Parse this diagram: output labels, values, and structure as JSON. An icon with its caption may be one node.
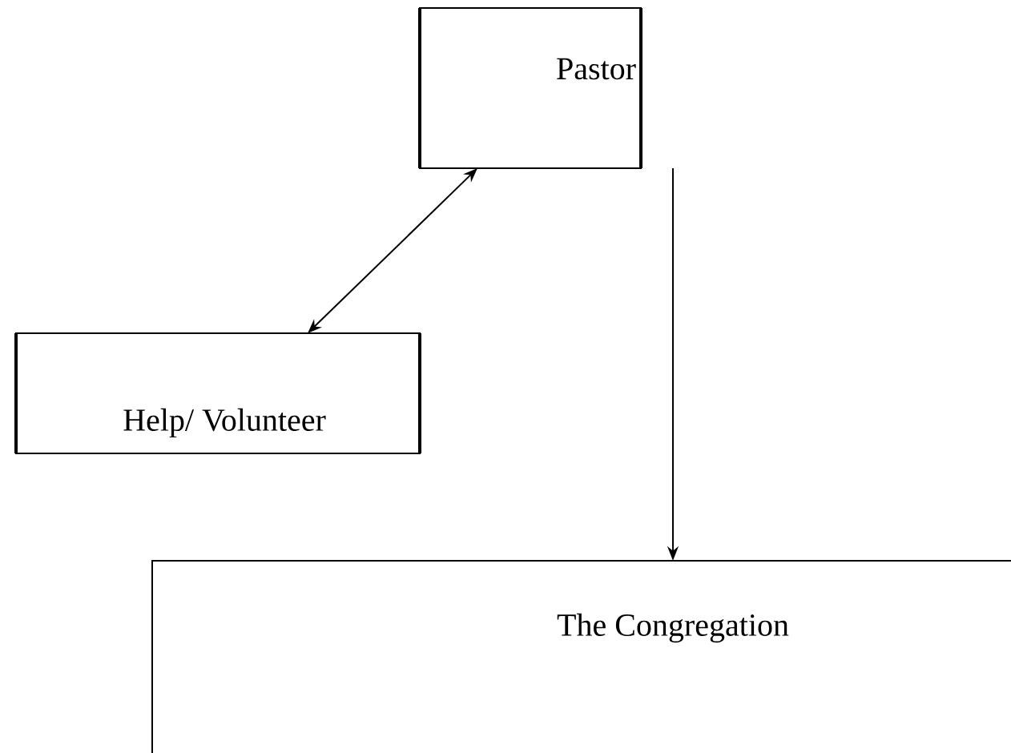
{
  "diagram": {
    "nodes": [
      {
        "text": [
          "Pastor"
        ]
      },
      {
        "text": [
          "Help/ Volunteer"
        ]
      },
      {
        "text": [
          "The Congregation"
        ]
      }
    ],
    "edges": [
      {
        "from": 1,
        "to": 0,
        "arrow": "both"
      },
      {
        "from": 0,
        "to": 2,
        "arrow": "to"
      }
    ]
  }
}
